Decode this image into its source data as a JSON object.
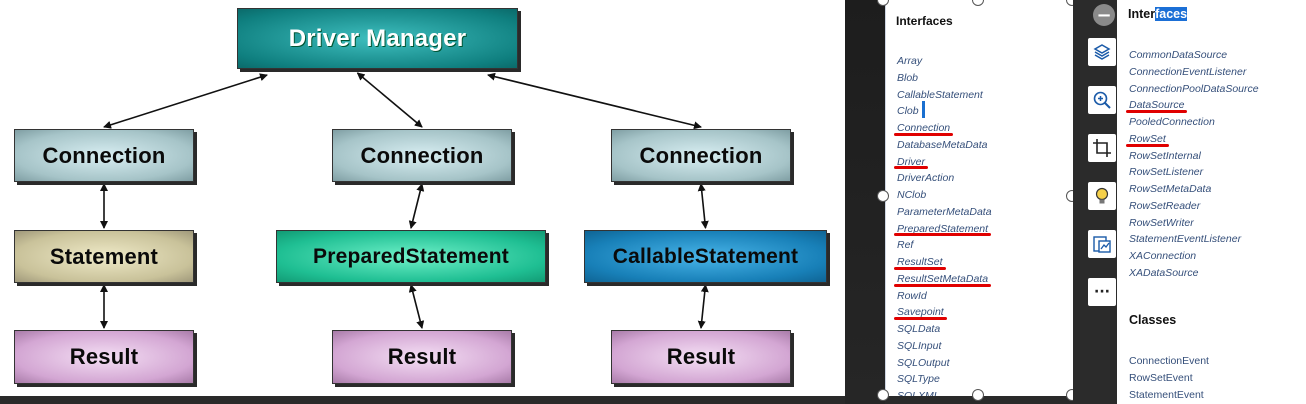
{
  "diagram": {
    "nodes": [
      {
        "id": "driver-manager",
        "label": "Driver Manager",
        "kind": "manager"
      },
      {
        "id": "connection-1",
        "label": "Connection",
        "kind": "conn"
      },
      {
        "id": "connection-2",
        "label": "Connection",
        "kind": "conn"
      },
      {
        "id": "connection-3",
        "label": "Connection",
        "kind": "conn"
      },
      {
        "id": "statement",
        "label": "Statement",
        "kind": "stmt"
      },
      {
        "id": "prepared-statement",
        "label": "PreparedStatement",
        "kind": "prep"
      },
      {
        "id": "callable-statement",
        "label": "CallableStatement",
        "kind": "call"
      },
      {
        "id": "result-1",
        "label": "Result",
        "kind": "result"
      },
      {
        "id": "result-2",
        "label": "Result",
        "kind": "result"
      },
      {
        "id": "result-3",
        "label": "Result",
        "kind": "result"
      }
    ],
    "edges": [
      {
        "from": "driver-manager",
        "to": "connection-1"
      },
      {
        "from": "driver-manager",
        "to": "connection-2"
      },
      {
        "from": "driver-manager",
        "to": "connection-3"
      },
      {
        "from": "connection-1",
        "to": "statement"
      },
      {
        "from": "connection-2",
        "to": "prepared-statement"
      },
      {
        "from": "connection-3",
        "to": "callable-statement"
      },
      {
        "from": "statement",
        "to": "result-1"
      },
      {
        "from": "prepared-statement",
        "to": "result-2"
      },
      {
        "from": "callable-statement",
        "to": "result-3"
      }
    ]
  },
  "panel_a": {
    "heading": "Interfaces",
    "items": [
      {
        "label": "Array",
        "underlined": false
      },
      {
        "label": "Blob",
        "underlined": false
      },
      {
        "label": "CallableStatement",
        "underlined": false
      },
      {
        "label": "Clob",
        "underlined": false
      },
      {
        "label": "Connection",
        "underlined": true
      },
      {
        "label": "DatabaseMetaData",
        "underlined": false
      },
      {
        "label": "Driver",
        "underlined": true
      },
      {
        "label": "DriverAction",
        "underlined": false
      },
      {
        "label": "NClob",
        "underlined": false
      },
      {
        "label": "ParameterMetaData",
        "underlined": false
      },
      {
        "label": "PreparedStatement",
        "underlined": true
      },
      {
        "label": "Ref",
        "underlined": false
      },
      {
        "label": "ResultSet",
        "underlined": true
      },
      {
        "label": "ResultSetMetaData",
        "underlined": true
      },
      {
        "label": "RowId",
        "underlined": false
      },
      {
        "label": "Savepoint",
        "underlined": true
      },
      {
        "label": "SQLData",
        "underlined": false
      },
      {
        "label": "SQLInput",
        "underlined": false
      },
      {
        "label": "SQLOutput",
        "underlined": false
      },
      {
        "label": "SQLType",
        "underlined": false
      },
      {
        "label": "SQLXML",
        "underlined": false
      }
    ]
  },
  "toolbar": {
    "collapse_icon": "minus-icon",
    "tools": [
      {
        "name": "layers-icon"
      },
      {
        "name": "zoom-in-icon"
      },
      {
        "name": "crop-icon"
      },
      {
        "name": "lightbulb-icon"
      },
      {
        "name": "image-chart-icon"
      },
      {
        "name": "more-icon",
        "glyph": "···"
      }
    ]
  },
  "panel_b": {
    "heading_pre": "Inter",
    "heading_sel": "faces",
    "interfaces": [
      {
        "label": "CommonDataSource",
        "underlined": false
      },
      {
        "label": "ConnectionEventListener",
        "underlined": false
      },
      {
        "label": "ConnectionPoolDataSource",
        "underlined": false
      },
      {
        "label": "DataSource",
        "underlined": true
      },
      {
        "label": "PooledConnection",
        "underlined": false
      },
      {
        "label": "RowSet",
        "underlined": true
      },
      {
        "label": "RowSetInternal",
        "underlined": false
      },
      {
        "label": "RowSetListener",
        "underlined": false
      },
      {
        "label": "RowSetMetaData",
        "underlined": false
      },
      {
        "label": "RowSetReader",
        "underlined": false
      },
      {
        "label": "RowSetWriter",
        "underlined": false
      },
      {
        "label": "StatementEventListener",
        "underlined": false
      },
      {
        "label": "XAConnection",
        "underlined": false
      },
      {
        "label": "XADataSource",
        "underlined": false
      }
    ],
    "classes_heading": "Classes",
    "classes": [
      {
        "label": "ConnectionEvent"
      },
      {
        "label": "RowSetEvent"
      },
      {
        "label": "StatementEvent"
      }
    ]
  },
  "colors": {
    "link": "#354f7a",
    "underline": "#e00000",
    "selection": "#1b6fd6"
  }
}
